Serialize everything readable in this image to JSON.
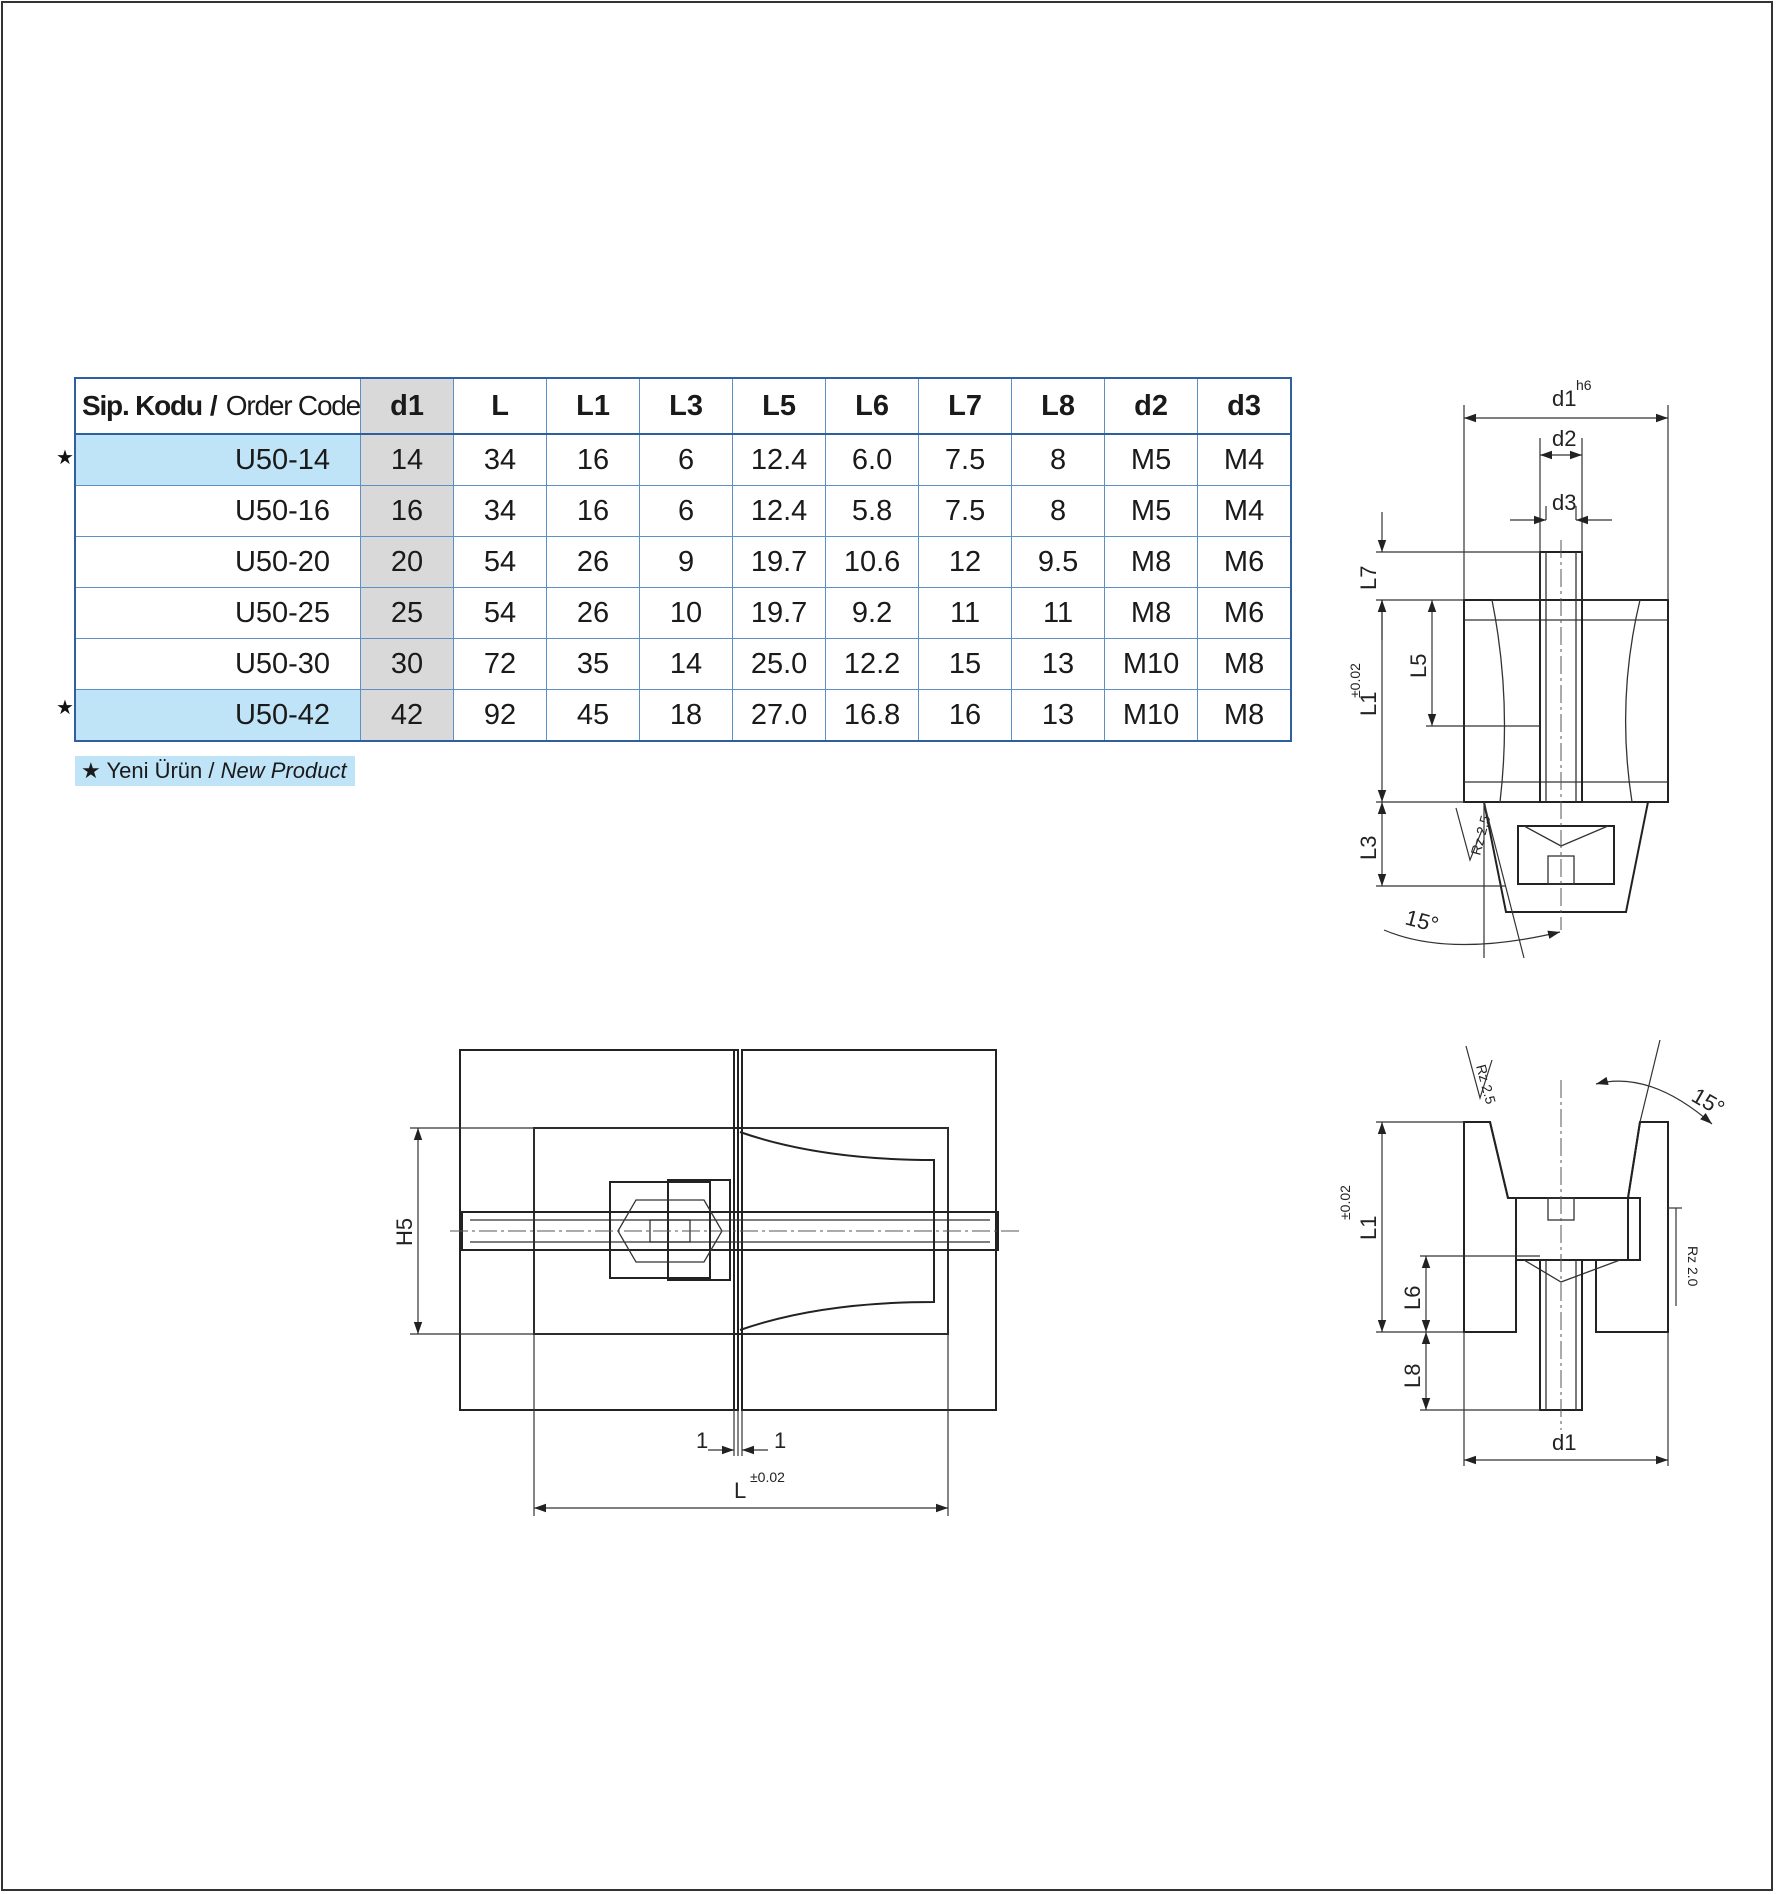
{
  "table": {
    "header": {
      "code_tr": "Sip. Kodu",
      "code_sep": "/",
      "code_en": "Order Code",
      "cols": [
        "d1",
        "L",
        "L1",
        "L3",
        "L5",
        "L6",
        "L7",
        "L8",
        "d2",
        "d3"
      ]
    },
    "rows": [
      {
        "code": "U50-14",
        "new": true,
        "cells": [
          "14",
          "34",
          "16",
          "6",
          "12.4",
          "6.0",
          "7.5",
          "8",
          "M5",
          "M4"
        ]
      },
      {
        "code": "U50-16",
        "new": false,
        "cells": [
          "16",
          "34",
          "16",
          "6",
          "12.4",
          "5.8",
          "7.5",
          "8",
          "M5",
          "M4"
        ]
      },
      {
        "code": "U50-20",
        "new": false,
        "cells": [
          "20",
          "54",
          "26",
          "9",
          "19.7",
          "10.6",
          "12",
          "9.5",
          "M8",
          "M6"
        ]
      },
      {
        "code": "U50-25",
        "new": false,
        "cells": [
          "25",
          "54",
          "26",
          "10",
          "19.7",
          "9.2",
          "11",
          "11",
          "M8",
          "M6"
        ]
      },
      {
        "code": "U50-30",
        "new": false,
        "cells": [
          "30",
          "72",
          "35",
          "14",
          "25.0",
          "12.2",
          "15",
          "13",
          "M10",
          "M8"
        ]
      },
      {
        "code": "U50-42",
        "new": true,
        "cells": [
          "42",
          "92",
          "45",
          "18",
          "27.0",
          "16.8",
          "16",
          "13",
          "M10",
          "M8"
        ]
      }
    ],
    "star_symbol": "★"
  },
  "legend": {
    "star": "★",
    "text_tr": "Yeni Ürün /",
    "text_en": "New Product"
  },
  "colors": {
    "table_border": "#2f5f9f",
    "new_product_highlight": "#bfe3f7",
    "d1_column": "#d9d9d9"
  },
  "drawings": {
    "top_right": {
      "d1": "d1",
      "h6": "h6",
      "d2": "d2",
      "d3": "d3",
      "L7": "L7",
      "L5": "L5",
      "L1": "L1",
      "tol": "±0.02",
      "L3": "L3",
      "rz": "Rz 2.5",
      "angle": "15°"
    },
    "bottom_right": {
      "rz_top": "Rz 2.5",
      "angle": "15°",
      "L1": "L1",
      "tol": "±0.02",
      "L6": "L6",
      "L8": "L8",
      "d1": "d1",
      "rz_side": "Rz 2.0"
    },
    "assembly": {
      "H5": "H5",
      "one_left": "1",
      "one_right": "1",
      "L": "L",
      "tol": "±0.02"
    }
  }
}
